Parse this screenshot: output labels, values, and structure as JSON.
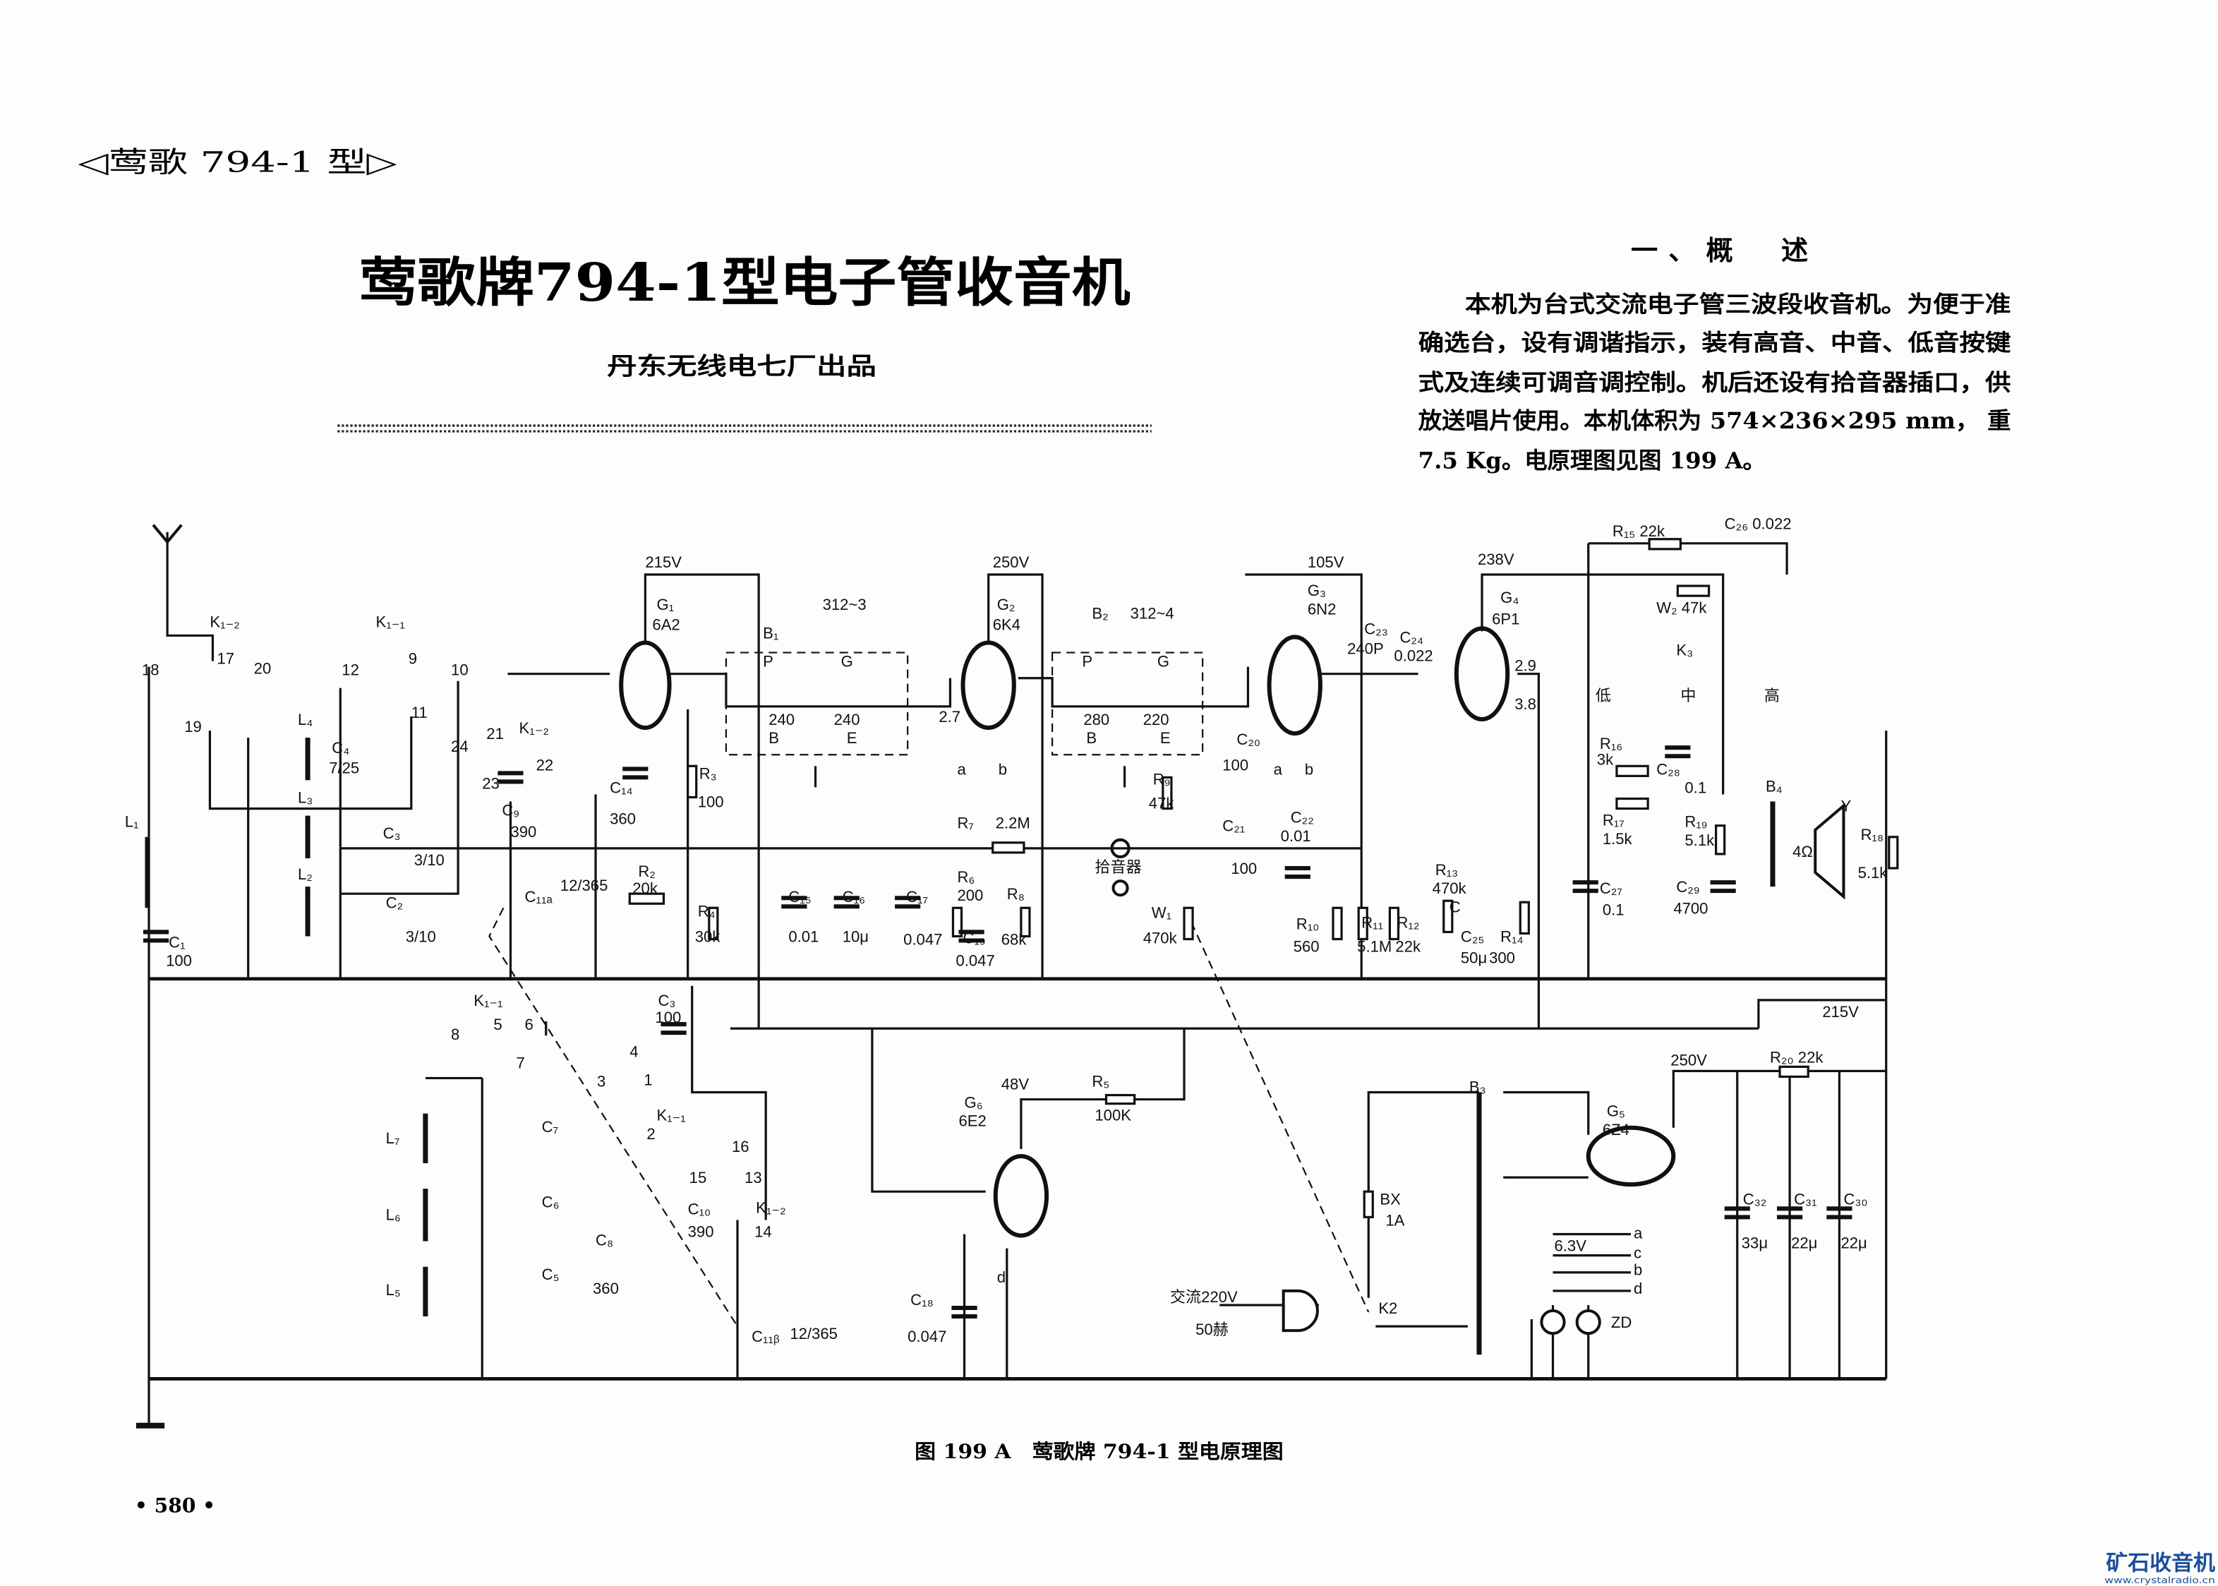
{
  "header": {
    "model_tag": "◁莺歌 794-1 型▷"
  },
  "title": "莺歌牌794-1型电子管收音机",
  "publisher": "丹东无线电七厂出品",
  "overview": {
    "heading": "一、概　述",
    "lines": [
      "本机为台式交流电子管三波段收音机。为便于准",
      "确选台，设有调谐指示，装有高音、中音、低音按键",
      "式及连续可调音调控制。机后还设有拾音器插口，供",
      "放送唱片使用。本机体积为 574×236×295 mm， 重",
      "7.5 Kg。电原理图见图 199 A。"
    ]
  },
  "schematic": {
    "labels": [
      "K₁₋₂",
      "K₁₋₁",
      "18",
      "17",
      "20",
      "19",
      "12",
      "9",
      "10",
      "11",
      "L₄",
      "C₄",
      "7/25",
      "L₃",
      "C₃",
      "3/10",
      "L₂",
      "C₂",
      "3/10",
      "L₁",
      "C₁",
      "100",
      "24",
      "21",
      "K₁₋₂",
      "22",
      "23",
      "C₉",
      "390",
      "C₁₁ₐ",
      "12/365",
      "215V",
      "G₁",
      "6A2",
      "C₁₄",
      "360",
      "R₃",
      "100",
      "R₂",
      "20k",
      "R₄",
      "30k",
      "B₁",
      "312~3",
      "P",
      "G",
      "240",
      "240",
      "B",
      "E",
      "250V",
      "G₂",
      "6K4",
      "2.7",
      "R₇",
      "2.2M",
      "R₆",
      "200",
      "C₁₅",
      "0.01",
      "C₁₆",
      "10μ",
      "C₁₇",
      "0.047",
      "C₁₉",
      "0.047",
      "R₈",
      "68k",
      "B₂",
      "312~4",
      "P",
      "G",
      "280",
      "220",
      "B",
      "E",
      "C₂₀",
      "100",
      "R₉",
      "47k",
      "拾音器",
      "C₂₁",
      "100",
      "W₁",
      "470k",
      "105V",
      "G₃",
      "6N2",
      "C₂₃",
      "240P",
      "C₂₂",
      "0.01",
      "R₁₀",
      "560",
      "R₁₁",
      "5.1M",
      "R₁₂",
      "22k",
      "C₂₄",
      "0.022",
      "238V",
      "G₄",
      "6P1",
      "2.9",
      "3.8",
      "R₁₃",
      "470k",
      "C",
      "C₂₅",
      "50μ",
      "R₁₄",
      "300",
      "R₁₅ 22k",
      "C₂₆ 0.022",
      "W₂ 47k",
      "K₃",
      "低",
      "中",
      "高",
      "R₁₆",
      "3k",
      "C₂₈",
      "0.1",
      "R₁₇",
      "1.5k",
      "C₂₇",
      "0.1",
      "R₁₉",
      "5.1k",
      "C₂₉",
      "4700",
      "B₄",
      "4Ω",
      "Y",
      "R₁₈",
      "5.1k",
      "215V",
      "K₁₋₁",
      "8",
      "5",
      "6",
      "7",
      "4",
      "3",
      "1",
      "K₁₋₁",
      "2",
      "C₃",
      "100",
      "L₇",
      "C₇",
      "L₆",
      "C₆",
      "L₅",
      "C₅",
      "C₈",
      "360",
      "16",
      "15",
      "13",
      "C₁₀",
      "390",
      "K₁₋₂",
      "14",
      "C₁₁ᵦ",
      "12/365",
      "G₆",
      "6E2",
      "48V",
      "R₅",
      "100K",
      "C₁₈",
      "0.047",
      "d",
      "交流220V",
      "50赫",
      "K2",
      "BX",
      "1A",
      "B₃",
      "6.3V",
      "a",
      "c",
      "b",
      "d",
      "ZD",
      "G₅",
      "6Z4",
      "250V",
      "R₂₀ 22k",
      "C₃₂",
      "33μ",
      "C₃₁",
      "22μ",
      "C₃₀",
      "22μ",
      "a",
      "b",
      "a",
      "b"
    ]
  },
  "caption": "图 199 A　莺歌牌 794-1 型电原理图",
  "page_number": "• 580 •",
  "watermark": {
    "name": "矿石收音机",
    "url": "www.crystalradio.cn",
    "color": "#1a4f9c"
  }
}
